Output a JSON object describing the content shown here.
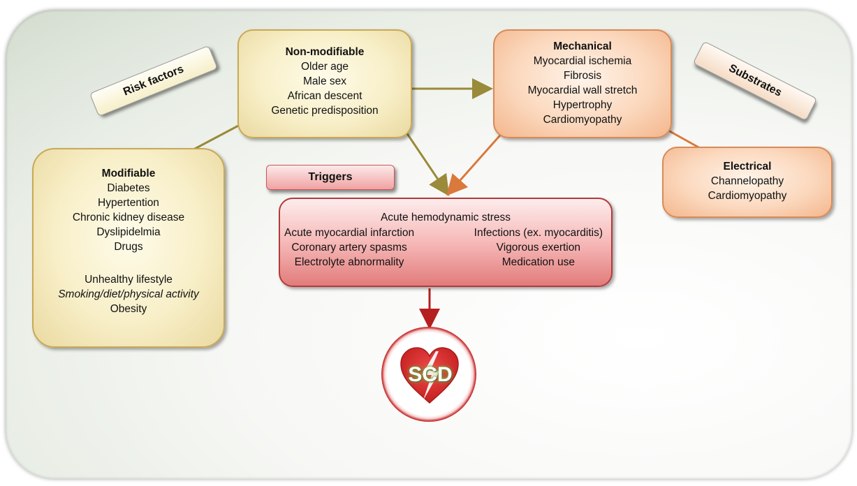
{
  "tags": {
    "risk_factors": "Risk factors",
    "substrates": "Substrates",
    "triggers": "Triggers"
  },
  "non_modifiable": {
    "title": "Non-modifiable",
    "items": [
      "Older age",
      "Male sex",
      "African descent",
      "Genetic predisposition"
    ]
  },
  "modifiable": {
    "title": "Modifiable",
    "items": [
      "Diabetes",
      "Hypertention",
      "Chronic kidney disease",
      "Dyslipidelmia",
      "Drugs"
    ],
    "lifestyle_title": "Unhealthy lifestyle",
    "lifestyle_detail": "Smoking/diet/physical activity",
    "obesity": "Obesity"
  },
  "mechanical": {
    "title": "Mechanical",
    "items": [
      "Myocardial ischemia",
      "Fibrosis",
      "Myocardial wall stretch",
      "Hypertrophy",
      "Cardiomyopathy"
    ]
  },
  "electrical": {
    "title": "Electrical",
    "items": [
      "Channelopathy",
      "Cardiomyopathy"
    ]
  },
  "triggers_box": {
    "top": "Acute hemodynamic stress",
    "left": [
      "Acute myocardial infarction",
      "Coronary artery spasms",
      "Electrolyte abnormality"
    ],
    "right": [
      "Infections (ex. myocarditis)",
      "Vigorous exertion",
      "Medication use"
    ]
  },
  "outcome": {
    "label": "SCD"
  },
  "colors": {
    "arrow_olive": "#9a8a3a",
    "arrow_orange": "#d9793c",
    "arrow_red": "#b51f1f",
    "heart_red": "#d62c2c"
  }
}
